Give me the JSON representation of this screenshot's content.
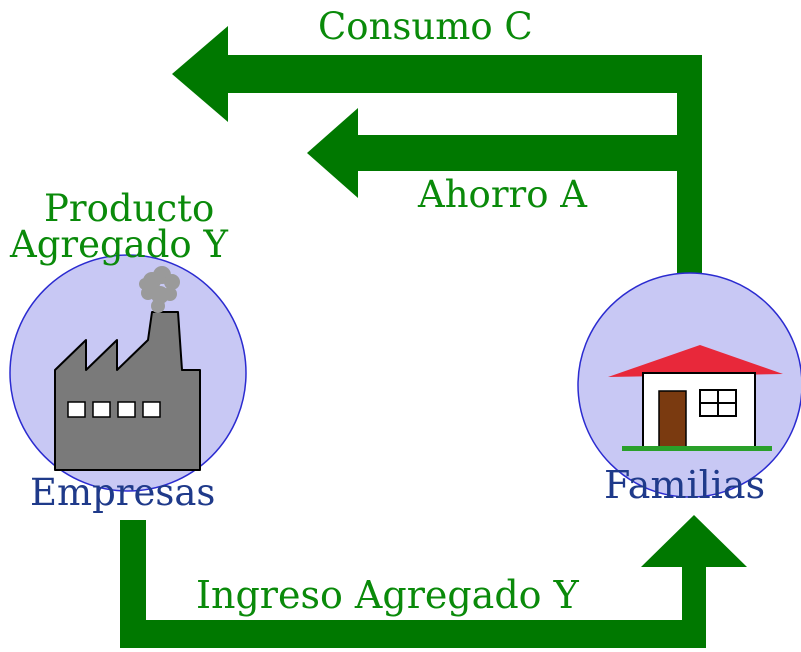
{
  "diagram": {
    "labels": {
      "consumo": "Consumo C",
      "ahorro": "Ahorro A",
      "producto_line1": "Producto",
      "producto_line2": "Agregado Y",
      "empresas": "Empresas",
      "familias": "Familias",
      "ingreso": "Ingreso Agregado Y"
    }
  },
  "colors": {
    "arrow_green": "#007800",
    "label_green": "#0a8a0a",
    "circle_fill": "#c8c8f4",
    "circle_stroke": "#2b2bd0",
    "factory_gray": "#7a7a7a",
    "roof_red": "#e8283a",
    "door_brown": "#7a3a10",
    "label_blue": "#1f3a8a"
  },
  "icons": {
    "factory": "factory-icon",
    "house": "house-icon",
    "smoke": "smoke-icon"
  }
}
